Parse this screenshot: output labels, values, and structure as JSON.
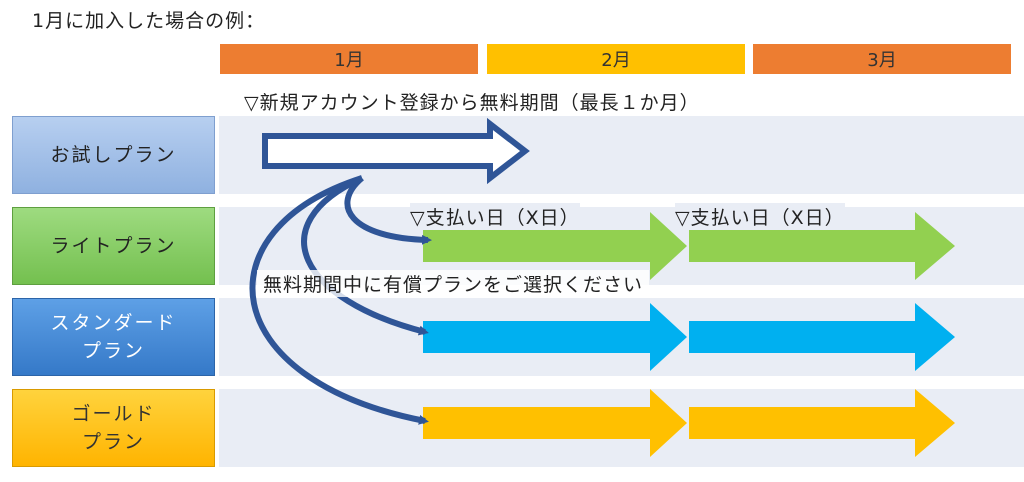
{
  "heading": "1月に加入した場合の例：",
  "months": [
    {
      "label": "1月",
      "color": "#ed7d31"
    },
    {
      "label": "2月",
      "color": "#ffc000"
    },
    {
      "label": "3月",
      "color": "#ed7d31"
    }
  ],
  "notes": {
    "free_period": "▽新規アカウント登録から無料期間（最長１か月）",
    "pay_day_1": "▽支払い日（X日）",
    "pay_day_2": "▽支払い日（X日）",
    "choose_plan": "無料期間中に有償プランをご選択ください"
  },
  "plans": {
    "trial": {
      "label": "お試しプラン"
    },
    "light": {
      "label": "ライトプラン"
    },
    "standard": {
      "line1": "スタンダード",
      "line2": "プラン"
    },
    "gold": {
      "line1": "ゴールド",
      "line2": "プラン"
    }
  },
  "colors": {
    "lane": "#e9edf5",
    "trial_box": "#a9c4ea",
    "light_box": "#8bd06b",
    "standard_box": "#4a8fd8",
    "gold_box": "#ffc000",
    "trial_arrow": "#2f5597",
    "light_arrow": "#92d050",
    "standard_arrow": "#00b0f0",
    "gold_arrow": "#ffc000",
    "connector": "#2f5597"
  }
}
